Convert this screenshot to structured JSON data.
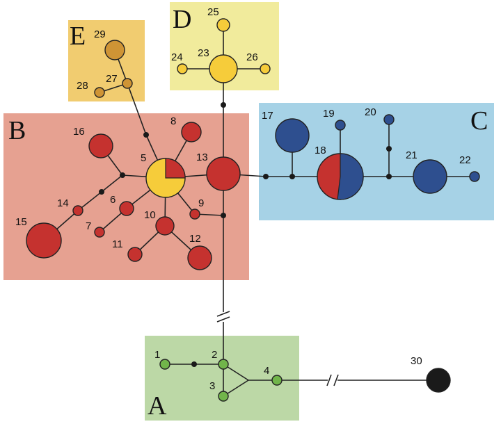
{
  "groups": {
    "A": {
      "label": "A",
      "color": "#bcd8a6"
    },
    "B": {
      "label": "B",
      "color": "#e6a191"
    },
    "C": {
      "label": "C",
      "color": "#a6d2e6"
    },
    "D": {
      "label": "D",
      "color": "#f1eb9c"
    },
    "E": {
      "label": "E",
      "color": "#f1cc70"
    }
  },
  "haplotype_colors": {
    "A": "#71b54a",
    "B": "#c5322f",
    "C": "#2e4f8f",
    "D": "#f6cc3a",
    "E": "#cf9435",
    "outgroup": "#1a1a1a",
    "median": "#1a1a1a"
  },
  "haplotypes": [
    {
      "id": "1",
      "label": "1",
      "group": "A"
    },
    {
      "id": "2",
      "label": "2",
      "group": "A"
    },
    {
      "id": "3",
      "label": "3",
      "group": "A"
    },
    {
      "id": "4",
      "label": "4",
      "group": "A"
    },
    {
      "id": "5",
      "label": "5",
      "group": "B",
      "shared_with": "D"
    },
    {
      "id": "6",
      "label": "6",
      "group": "B"
    },
    {
      "id": "7",
      "label": "7",
      "group": "B"
    },
    {
      "id": "8",
      "label": "8",
      "group": "B"
    },
    {
      "id": "9",
      "label": "9",
      "group": "B"
    },
    {
      "id": "10",
      "label": "10",
      "group": "B"
    },
    {
      "id": "11",
      "label": "11",
      "group": "B"
    },
    {
      "id": "12",
      "label": "12",
      "group": "B"
    },
    {
      "id": "13",
      "label": "13",
      "group": "B"
    },
    {
      "id": "14",
      "label": "14",
      "group": "B"
    },
    {
      "id": "15",
      "label": "15",
      "group": "B"
    },
    {
      "id": "16",
      "label": "16",
      "group": "B"
    },
    {
      "id": "17",
      "label": "17",
      "group": "C"
    },
    {
      "id": "18",
      "label": "18",
      "group": "C",
      "shared_with": "B"
    },
    {
      "id": "19",
      "label": "19",
      "group": "C"
    },
    {
      "id": "20",
      "label": "20",
      "group": "C"
    },
    {
      "id": "21",
      "label": "21",
      "group": "C"
    },
    {
      "id": "22",
      "label": "22",
      "group": "C"
    },
    {
      "id": "23",
      "label": "23",
      "group": "D"
    },
    {
      "id": "24",
      "label": "24",
      "group": "D"
    },
    {
      "id": "25",
      "label": "25",
      "group": "D"
    },
    {
      "id": "26",
      "label": "26",
      "group": "D"
    },
    {
      "id": "27",
      "label": "27",
      "group": "E"
    },
    {
      "id": "28",
      "label": "28",
      "group": "E"
    },
    {
      "id": "29",
      "label": "29",
      "group": "E"
    },
    {
      "id": "30",
      "label": "30",
      "group": "outgroup"
    }
  ],
  "edges": [
    [
      "1",
      "mA1"
    ],
    [
      "mA1",
      "2"
    ],
    [
      "2",
      "3"
    ],
    [
      "2",
      "mA2"
    ],
    [
      "3",
      "mA2"
    ],
    [
      "mA2",
      "4"
    ],
    [
      "4",
      "30"
    ],
    [
      "2",
      "m13b"
    ],
    [
      "m13b",
      "13"
    ],
    [
      "m13b",
      "9"
    ],
    [
      "13",
      "mD"
    ],
    [
      "mD",
      "23"
    ],
    [
      "23",
      "24"
    ],
    [
      "23",
      "25"
    ],
    [
      "23",
      "26"
    ],
    [
      "13",
      "5"
    ],
    [
      "5",
      "8"
    ],
    [
      "5",
      "10"
    ],
    [
      "5",
      "9"
    ],
    [
      "5",
      "6"
    ],
    [
      "5",
      "mE"
    ],
    [
      "mE",
      "27"
    ],
    [
      "27",
      "28"
    ],
    [
      "27",
      "29"
    ],
    [
      "5",
      "m16"
    ],
    [
      "m16",
      "16"
    ],
    [
      "m16",
      "mB2"
    ],
    [
      "mB2",
      "14"
    ],
    [
      "14",
      "15"
    ],
    [
      "6",
      "7"
    ],
    [
      "10",
      "11"
    ],
    [
      "10",
      "12"
    ],
    [
      "13",
      "mC1"
    ],
    [
      "mC1",
      "mC2"
    ],
    [
      "mC2",
      "17"
    ],
    [
      "mC2",
      "18"
    ],
    [
      "18",
      "19"
    ],
    [
      "18",
      "mC3"
    ],
    [
      "mC3",
      "mC4"
    ],
    [
      "mC4",
      "20"
    ],
    [
      "mC3",
      "21"
    ],
    [
      "21",
      "22"
    ]
  ]
}
